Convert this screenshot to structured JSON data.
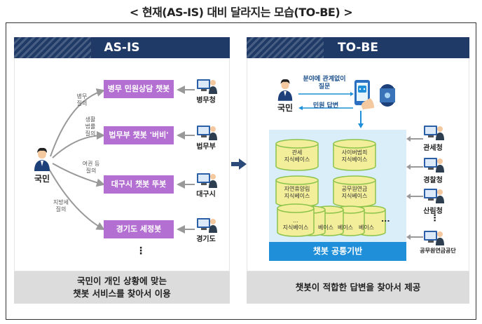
{
  "title": "< 현재(AS-IS) 대비 달라지는 모습(TO-BE) >",
  "as_is": {
    "header": "AS-IS",
    "citizen": "국민",
    "queries": [
      [
        "병무",
        "질의"
      ],
      [
        "생활",
        "법률",
        "질의"
      ],
      [
        "여권 등",
        "질의"
      ],
      [
        "지방세",
        "질의"
      ]
    ],
    "bots": [
      "병무 민원상담 챗봇",
      "법무부 챗봇 '버비'",
      "대구시 챗봇 뚜봇",
      "경기도 세정봇"
    ],
    "agencies": [
      "병무청",
      "법무부",
      "대구시",
      "경기도"
    ],
    "ellipsis": "⋮",
    "footer": [
      "국민이 개인 상황에 맞는",
      "챗봇 서비스를 찾아서 이용"
    ]
  },
  "to_be": {
    "header": "TO-BE",
    "citizen": "국민",
    "ask": [
      "분야에 관계없이",
      "질문"
    ],
    "answer": "민원 답변",
    "databases": [
      [
        "관세",
        "지식베이스"
      ],
      [
        "사이버범죄",
        "지식베이스"
      ],
      [
        "자연휴양림",
        "지식베이스"
      ],
      [
        "공무원연금",
        "지식베이스"
      ]
    ],
    "db_small": [
      "...",
      "지식베이스"
    ],
    "db_small_cut": "베이스",
    "dots": "...",
    "platform": "챗봇 공통기반",
    "agencies": [
      "관세청",
      "경찰청",
      "산림청",
      "공무원연금공단"
    ],
    "ellipsis": "⋮",
    "footer": "챗봇이 적합한 답변을 찾아서 제공"
  },
  "colors": {
    "header": "#1f3a66",
    "bot": "#b36fd1",
    "platform": "#1e8fd8",
    "kb_bg": "#d9eef8",
    "db_fill": "#f3ee9a",
    "db_stroke": "#8cc34a"
  }
}
